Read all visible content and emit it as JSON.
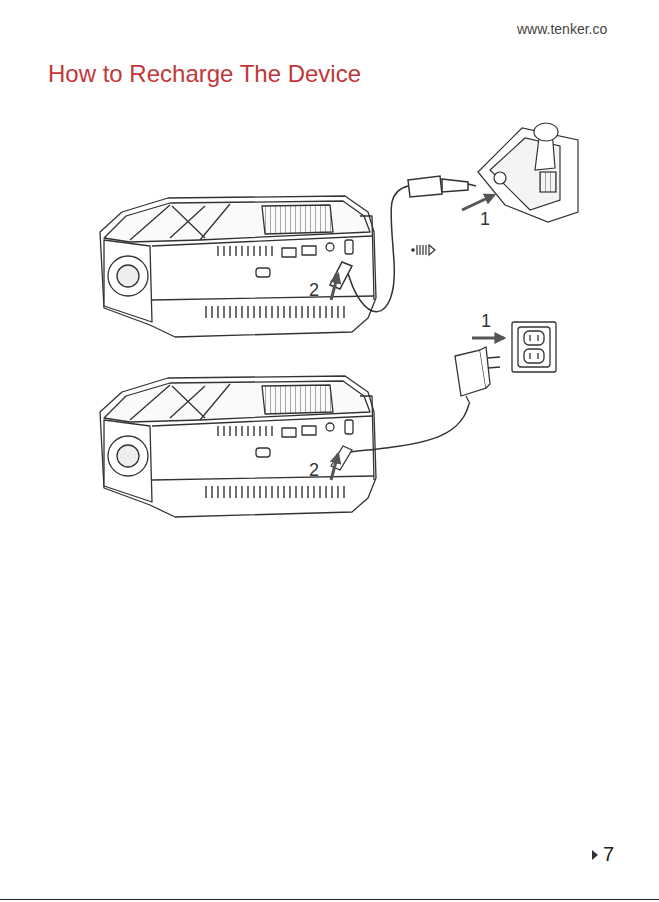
{
  "diagram": {
    "title": "How to Recharge The Device",
    "labels": [
      "www.tenker.co",
      "1",
      "2",
      "1",
      "2",
      "7"
    ]
  }
}
